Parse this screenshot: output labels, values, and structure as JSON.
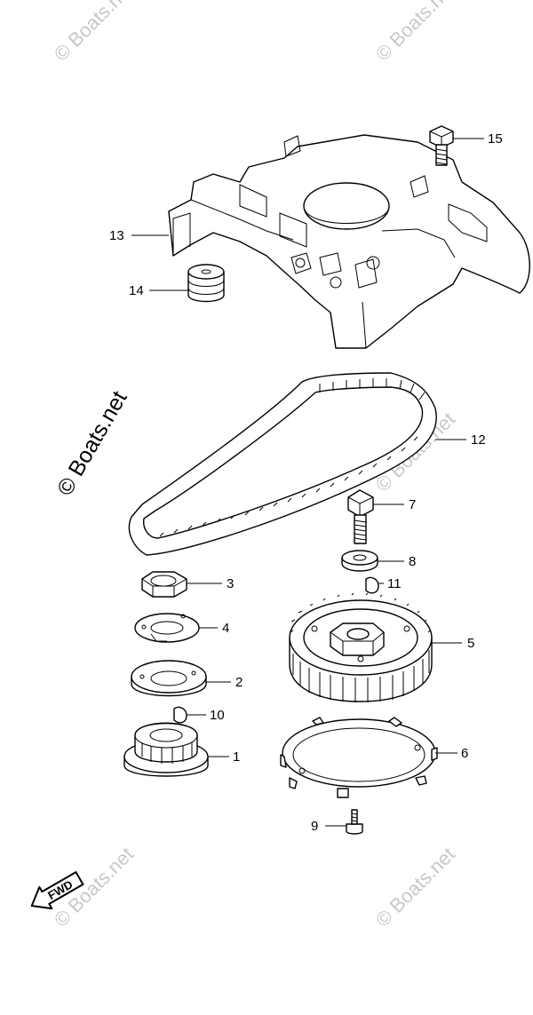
{
  "watermark": {
    "main": "© Boats.net",
    "faint": "© Boats.net"
  },
  "badge": {
    "text": "FWD"
  },
  "callouts": [
    {
      "id": "1",
      "label": "1"
    },
    {
      "id": "2",
      "label": "2"
    },
    {
      "id": "3",
      "label": "3"
    },
    {
      "id": "4",
      "label": "4"
    },
    {
      "id": "5",
      "label": "5"
    },
    {
      "id": "6",
      "label": "6"
    },
    {
      "id": "7",
      "label": "7"
    },
    {
      "id": "8",
      "label": "8"
    },
    {
      "id": "9",
      "label": "9"
    },
    {
      "id": "10",
      "label": "10"
    },
    {
      "id": "11",
      "label": "11"
    },
    {
      "id": "12",
      "label": "12"
    },
    {
      "id": "13",
      "label": "13"
    },
    {
      "id": "14",
      "label": "14"
    },
    {
      "id": "15",
      "label": "15"
    }
  ],
  "colors": {
    "line": "#000000",
    "background": "#ffffff",
    "watermark": "#c8c8c8",
    "shade": "#e6e6e6"
  }
}
